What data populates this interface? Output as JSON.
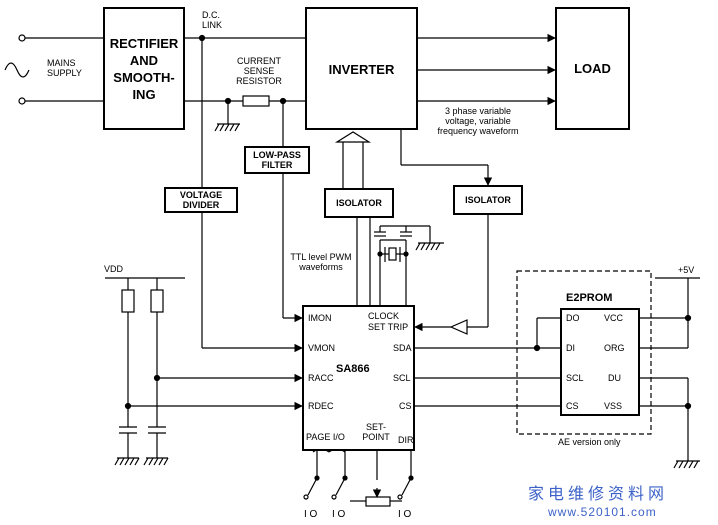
{
  "blocks": {
    "rectifier": "RECTIFIER AND SMOOTH-ING",
    "inverter": "INVERTER",
    "load": "LOAD",
    "lowpass": "LOW-PASS FILTER",
    "voltage_divider": "VOLTAGE DIVIDER",
    "isolator1": "ISOLATOR",
    "isolator2": "ISOLATOR",
    "eeprom": "E2PROM"
  },
  "labels": {
    "mains": "MAINS SUPPLY",
    "dc_link": "D.C. LINK",
    "current_sense": "CURRENT SENSE RESISTOR",
    "three_phase": "3 phase variable voltage, variable frequency waveform",
    "ttl": "TTL level PWM waveforms",
    "vdd": "VDD",
    "plus5v": "+5V",
    "ae_version": "AE version only"
  },
  "sa866": {
    "name": "SA866",
    "pins_left": [
      "IMON",
      "VMON",
      "RACC",
      "RDEC"
    ],
    "pins_right": [
      "CLOCK",
      "SET TRIP",
      "SDA",
      "SCL",
      "CS",
      "DIR"
    ],
    "page_io": "PAGE I/O",
    "set_point": "SET- POINT"
  },
  "eeprom_pins": {
    "left": [
      "DO",
      "DI",
      "SCL",
      "CS"
    ],
    "right": [
      "VCC",
      "ORG",
      "DU",
      "VSS"
    ]
  },
  "io_labels": [
    "I O",
    "I O",
    "I O"
  ],
  "watermark": {
    "cn": "家电维修资料网",
    "url": "www.520101.com"
  }
}
